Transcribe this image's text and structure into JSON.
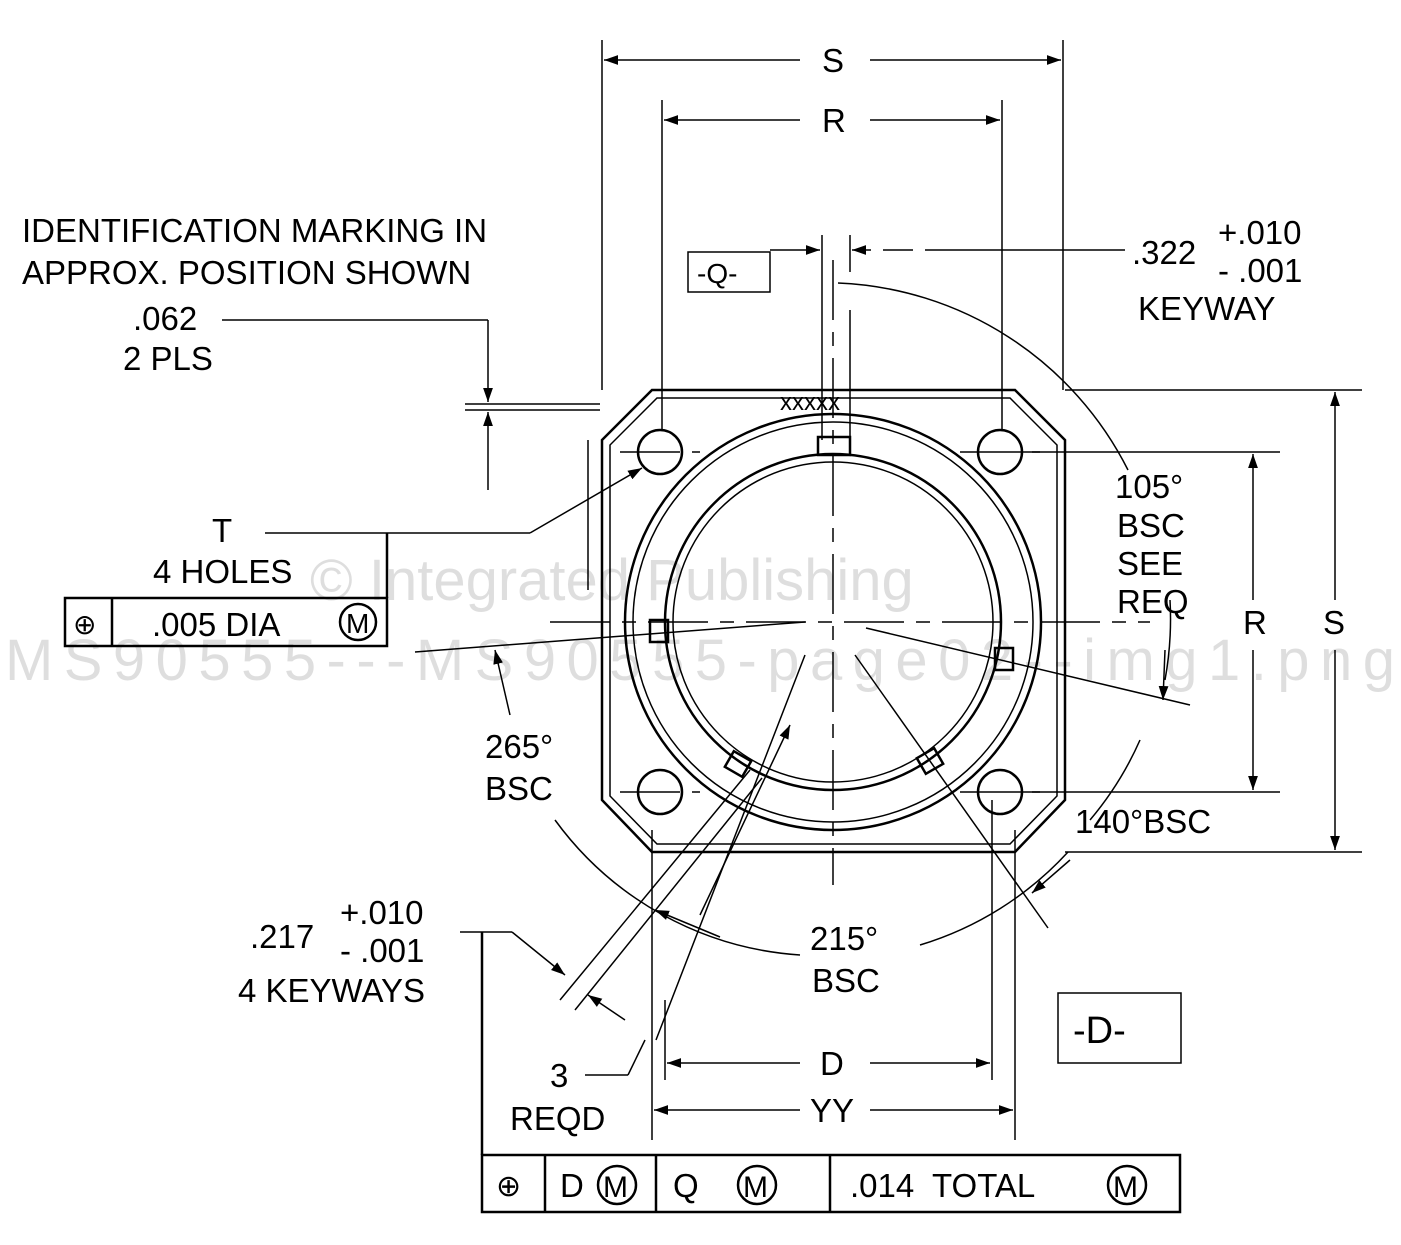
{
  "dimensions": {
    "s_top": "S",
    "r_top": "R",
    "r_side": "R",
    "s_side": "S",
    "d_bottom": "D",
    "yy_bottom": "YY"
  },
  "id_marking": {
    "line1": "IDENTIFICATION MARKING IN",
    "line2": "APPROX. POSITION SHOWN",
    "marks": "xxxxx"
  },
  "datum_q": "-Q-",
  "datum_d": "-D-",
  "keyway": {
    "value": ".322",
    "tol_plus": "+.010",
    "tol_minus": "- .001",
    "label": "KEYWAY"
  },
  "thickness": {
    "value": ".062",
    "note": "2 PLS"
  },
  "holes": {
    "label": "T",
    "count": "4 HOLES"
  },
  "hole_fcf": {
    "symbol": "⊕",
    "tolerance": ".005 DIA",
    "modifier": "M"
  },
  "angles": {
    "a105": {
      "value": "105°",
      "l2": "BSC",
      "l3": "SEE",
      "l4": "REQ"
    },
    "a265": {
      "value": "265°",
      "l2": "BSC"
    },
    "a140": {
      "value": "140°BSC"
    },
    "a215": {
      "value": "215°",
      "l2": "BSC"
    }
  },
  "keyways4": {
    "value": ".217",
    "tol_plus": "+.010",
    "tol_minus": "- .001",
    "label": "4 KEYWAYS"
  },
  "reqd": {
    "value": "3",
    "label": "REQD"
  },
  "bottom_fcf": {
    "symbol": "⊕",
    "datum1": "D",
    "mod1": "M",
    "datum2": "Q",
    "mod2": "M",
    "tolerance": ".014  TOTAL",
    "mod3": "M"
  },
  "watermark": {
    "line1": "© Integrated Publishing",
    "line2": "MS90555---MS90555-page02--img1.png"
  }
}
